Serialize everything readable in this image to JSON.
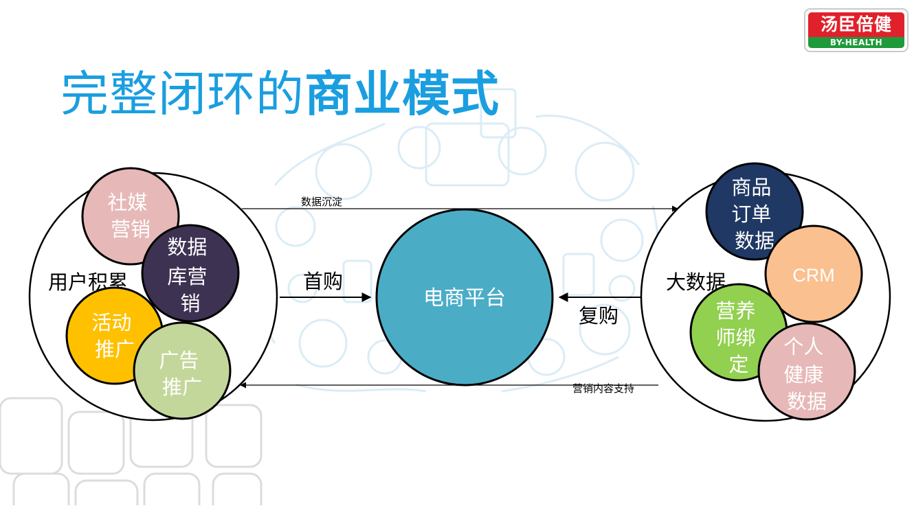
{
  "slide": {
    "title_regular": "完整闭环的",
    "title_bold": "商业模式",
    "title_color": "#1a9ee0"
  },
  "logo": {
    "name_cn": "汤臣倍健",
    "name_en": "BY-HEALTH",
    "red": "#e0212b",
    "green": "#1f9a3a"
  },
  "diagram": {
    "user_group": {
      "label": "用户积累",
      "members": [
        {
          "id": "social-media-marketing",
          "lines": [
            "社媒",
            "营销"
          ],
          "fill": "#e6b8b7",
          "text_color": "#ffffff"
        },
        {
          "id": "database-marketing",
          "lines": [
            "数据",
            "库营",
            "销"
          ],
          "fill": "#3d3252",
          "text_color": "#ffffff"
        },
        {
          "id": "event-promotion",
          "lines": [
            "活动",
            "推广"
          ],
          "fill": "#ffc000",
          "text_color": "#ffffff"
        },
        {
          "id": "ad-promotion",
          "lines": [
            "广告",
            "推广"
          ],
          "fill": "#c4d79b",
          "text_color": "#ffffff"
        }
      ]
    },
    "platform": {
      "label": "电商平台",
      "fill": "#4bacc6",
      "text_color": "#ffffff"
    },
    "bigdata_group": {
      "label": "大数据",
      "members": [
        {
          "id": "product-order-data",
          "lines": [
            "商品",
            "订单",
            "数据"
          ],
          "fill": "#1f3864",
          "text_color": "#ffffff"
        },
        {
          "id": "crm",
          "lines": [
            "CRM"
          ],
          "fill": "#fac090",
          "text_color": "#ffffff"
        },
        {
          "id": "nutritionist-binding",
          "lines": [
            "营养",
            "师绑",
            "定"
          ],
          "fill": "#92d050",
          "text_color": "#ffffff"
        },
        {
          "id": "personal-health-data",
          "lines": [
            "个人",
            "健康",
            "数据"
          ],
          "fill": "#e6b8b7",
          "text_color": "#ffffff"
        }
      ]
    },
    "flows": {
      "data_settlement": "数据沉淀",
      "first_purchase": "首购",
      "repurchase": "复购",
      "marketing_support": "营销内容支持"
    },
    "background_pattern_color": "#cfe6f4",
    "outline_color": "#000000"
  }
}
